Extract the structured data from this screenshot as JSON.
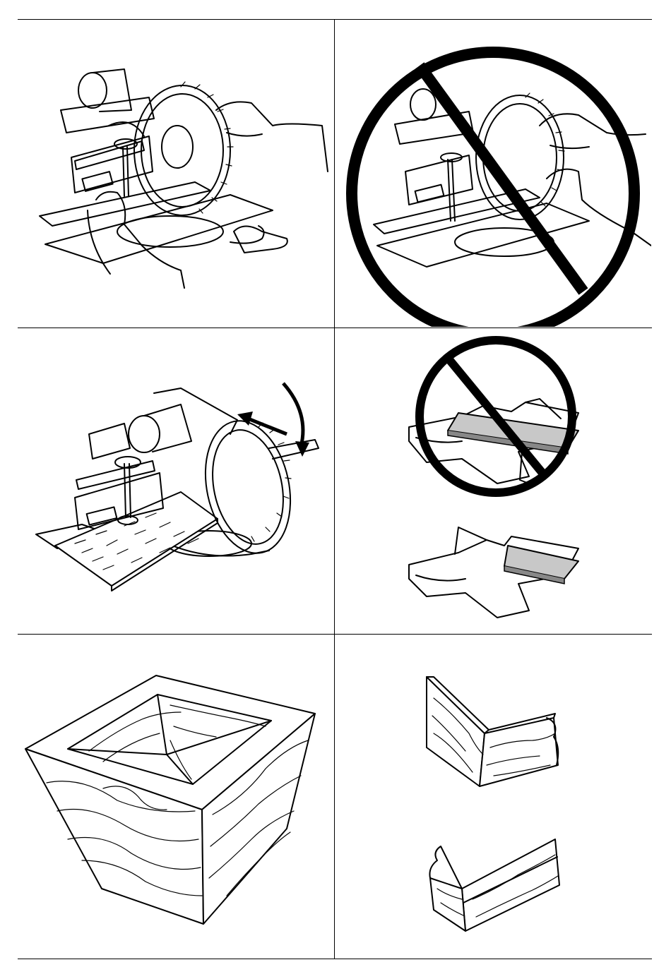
{
  "figures": [
    {
      "id": "fig-clamp-hands-correct",
      "depicts": "miter-saw-with-clamp-hands-clear"
    },
    {
      "id": "fig-hands-near-blade-prohibited",
      "depicts": "hands-in-blade-path"
    },
    {
      "id": "fig-bevel-cut-with-clamp",
      "depicts": "miter-saw-bevel-rotation"
    },
    {
      "id": "fig-workpiece-placement",
      "depicts": "workpiece-against-fence"
    },
    {
      "id": "fig-compound-miter-box",
      "depicts": "wooden-frame-box"
    },
    {
      "id": "fig-corner-joints",
      "depicts": "mitered-corner-joints"
    }
  ],
  "colors": {
    "line": "#000000",
    "shade": "#c8c8c8",
    "paper": "#ffffff"
  }
}
